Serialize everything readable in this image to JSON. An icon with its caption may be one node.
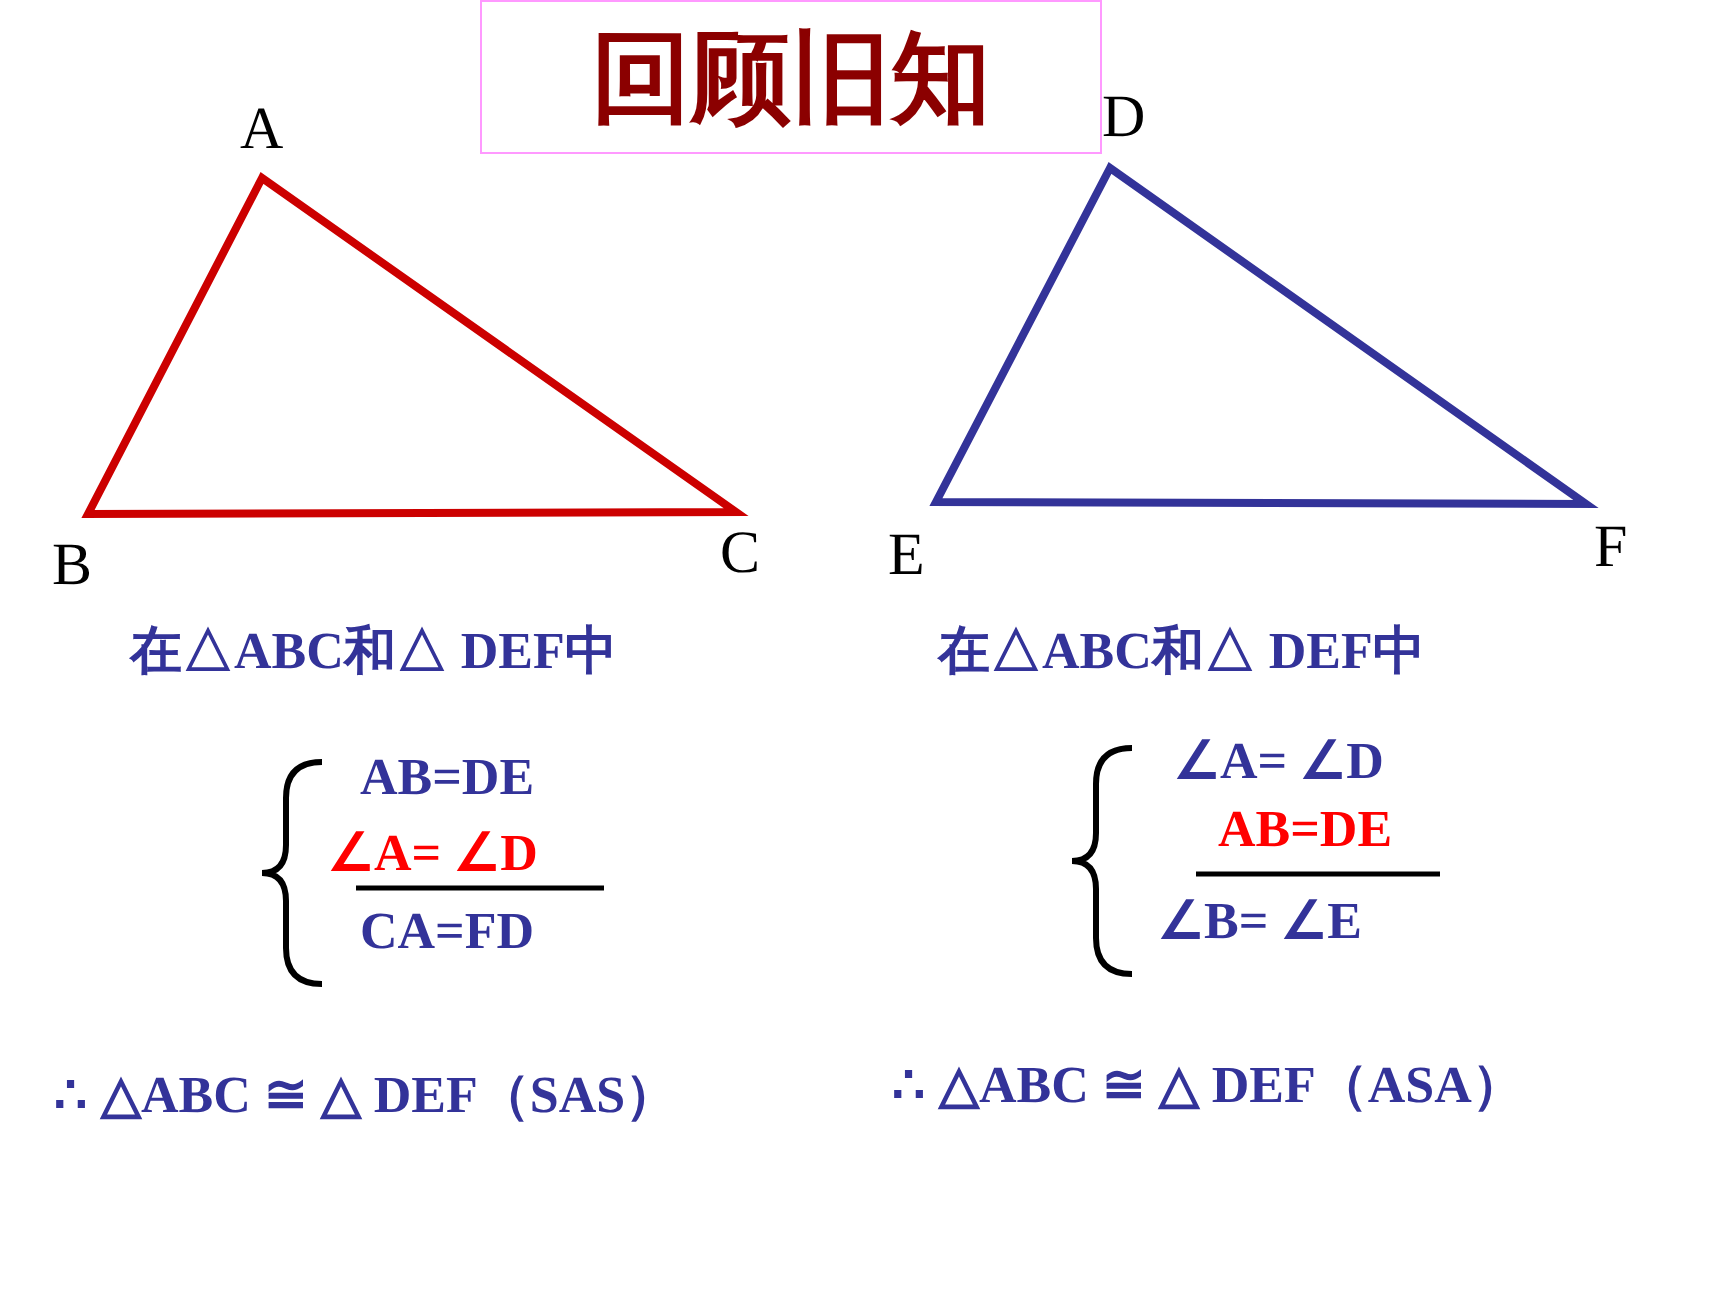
{
  "diagram": {
    "title": "回顾旧知",
    "labels": [
      "A",
      "D",
      "B",
      "C",
      "E",
      "F",
      "在△ABC和△ DEF中",
      "在△ABC和△ DEF中",
      "AB=DE",
      "∠A= ∠D",
      "CA=FD",
      "∠A= ∠D",
      "AB=DE",
      "∠B= ∠E",
      "∴ △ABC ≅ △ DEF（SAS）",
      "∴ △ABC ≅ △ DEF（ASA）"
    ]
  }
}
